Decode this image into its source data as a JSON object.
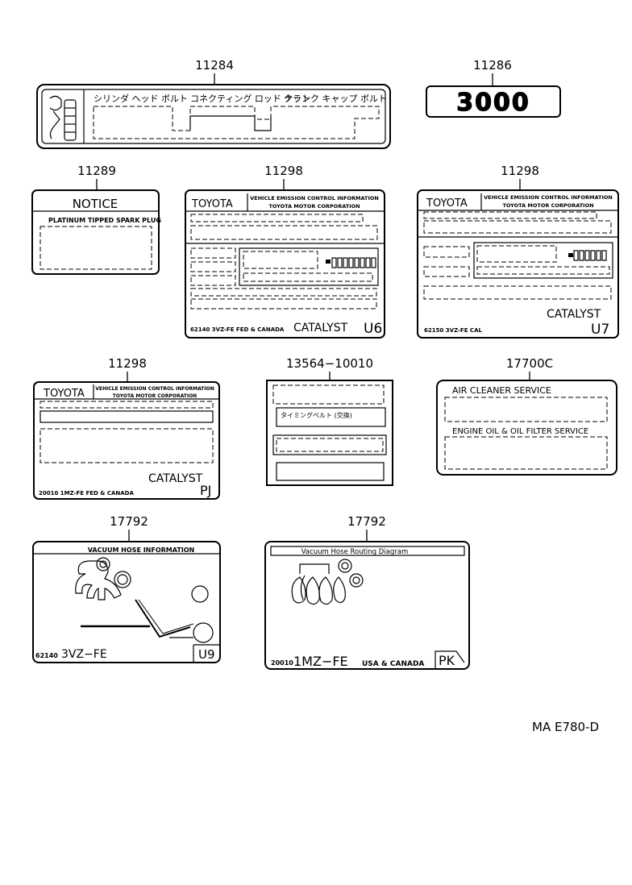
{
  "diagram_code": "MA  E780-D",
  "part_numbers": {
    "head_bolt_label": "11284",
    "emblem": "11286",
    "notice_label": "11289",
    "emission_u6": "11298",
    "emission_u7": "11298",
    "emission_pj": "11298",
    "label_13564": "13564−10010",
    "service_label": "17700C",
    "vacuum_u9": "17792",
    "vacuum_pk": "17792"
  },
  "head_bolt_label": {
    "col1": "シリンダ ヘッド ボルト",
    "col2": "コネクティング ロッド ナット",
    "col3": "クランク キャップ ボルト"
  },
  "emblem": {
    "text": "3000"
  },
  "notice_label": {
    "title": "NOTICE",
    "subtitle": "PLATINUM TIPPED SPARK PLUG"
  },
  "emission_u6": {
    "brand": "TOYOTA",
    "header1": "VEHICLE EMISSION CONTROL INFORMATION",
    "header2": "TOYOTA MOTOR CORPORATION",
    "footer": "62140 3VZ-FE FED & CANADA",
    "catalyst": "CATALYST",
    "code": "U6"
  },
  "emission_u7": {
    "brand": "TOYOTA",
    "header1": "VEHICLE EMISSION CONTROL INFORMATION",
    "header2": "TOYOTA MOTOR CORPORATION",
    "footer": "62150 3VZ-FE   CAL",
    "catalyst": "CATALYST",
    "code": "U7"
  },
  "emission_pj": {
    "brand": "TOYOTA",
    "header1": "VEHICLE EMISSION CONTROL INFORMATION",
    "header2": "TOYOTA MOTOR CORPORATION",
    "footer": "20010 1MZ-FE FED & CANADA",
    "catalyst": "CATALYST",
    "code": "PJ"
  },
  "label_13564": {
    "row2": "タイミングベルト (交換)"
  },
  "service_label": {
    "line1": "AIR CLEANER SERVICE",
    "line2": "ENGINE OIL & OIL FILTER SERVICE"
  },
  "vacuum_u9": {
    "title": "VACUUM HOSE INFORMATION",
    "footer_num": "62140",
    "engine": "3VZ−FE",
    "code": "U9"
  },
  "vacuum_pk": {
    "title": "Vacuum Hose Routing Diagram",
    "footer_num": "20010",
    "engine": "1MZ−FE",
    "region": "USA & CANADA",
    "code": "PK"
  }
}
